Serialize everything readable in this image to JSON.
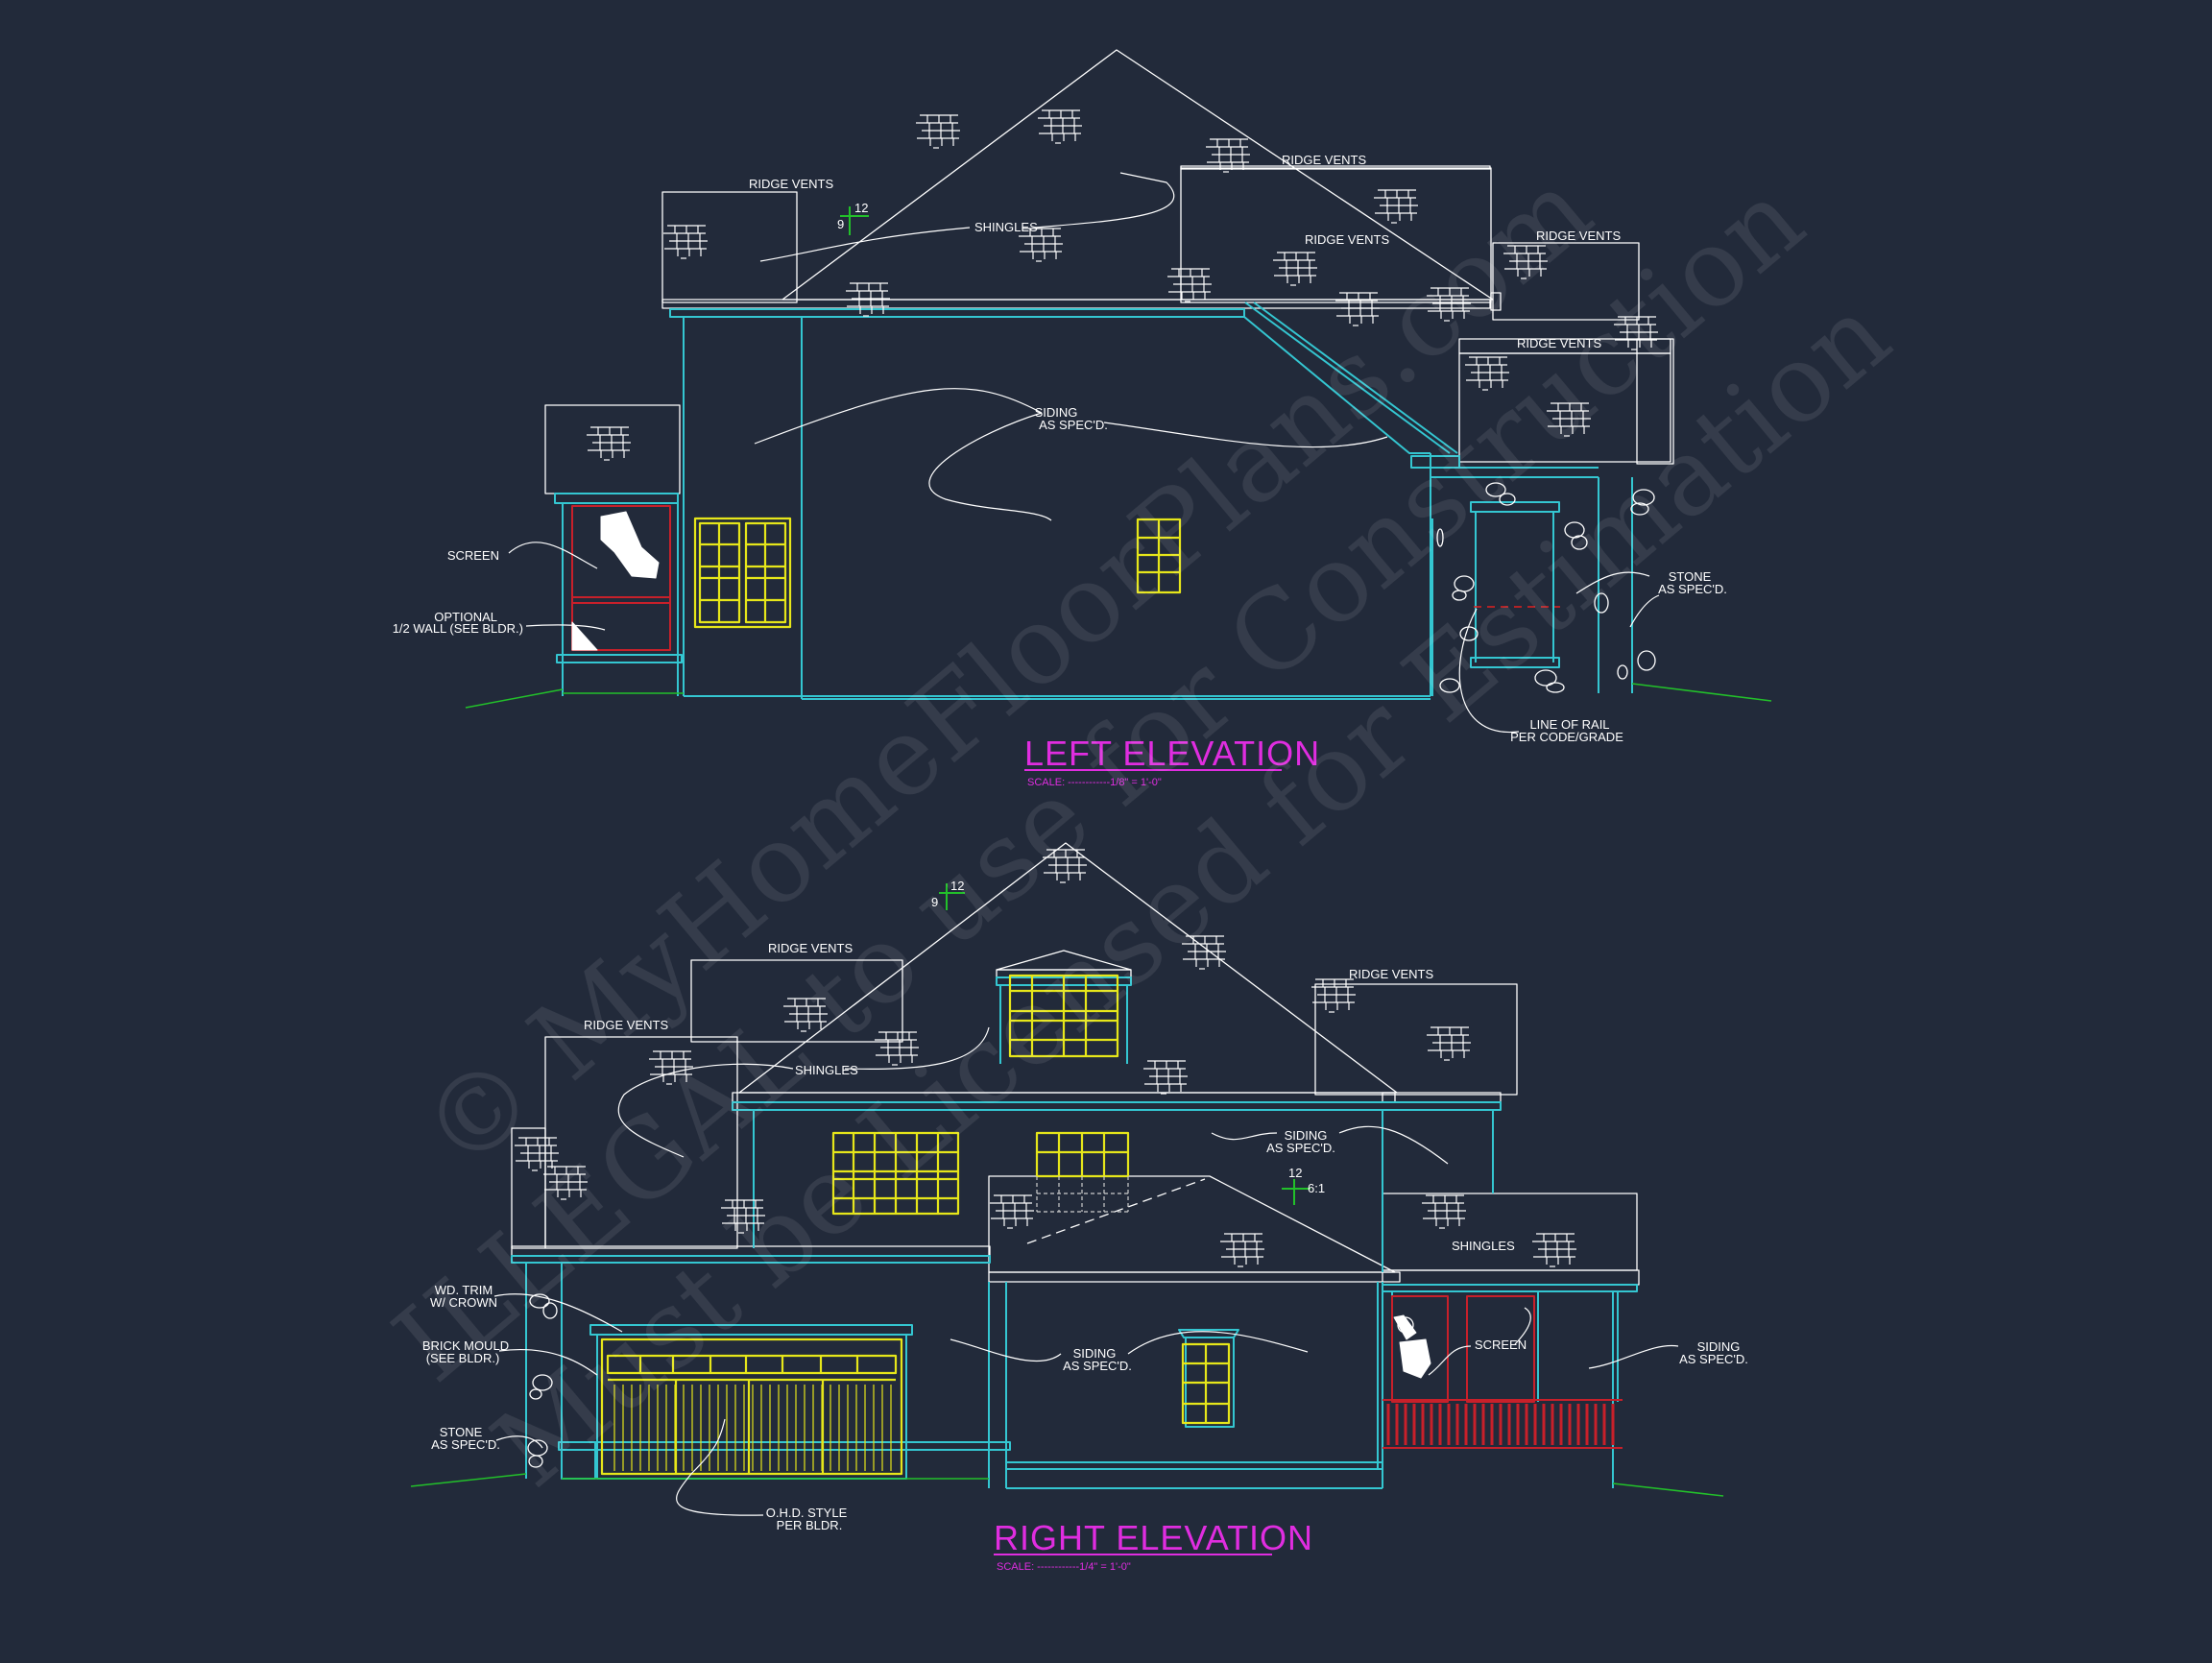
{
  "left_elevation": {
    "title": "LEFT ELEVATION",
    "scale": "SCALE: ------------1/8\" = 1'-0\"",
    "pitch_rise": "9",
    "pitch_run": "12",
    "labels": {
      "ridge_vents_1": "RIDGE VENTS",
      "ridge_vents_2": "RIDGE VENTS",
      "ridge_vents_3": "RIDGE VENTS",
      "ridge_vents_4": "RIDGE VENTS",
      "ridge_vents_5": "RIDGE VENTS",
      "shingles": "SHINGLES",
      "siding_1": "SIDING",
      "siding_2": "AS SPEC'D.",
      "screen": "SCREEN",
      "optional_1": "OPTIONAL",
      "optional_2": "1/2 WALL (SEE BLDR.)",
      "stone_1": "STONE",
      "stone_2": "AS SPEC'D.",
      "rail_1": "LINE OF RAIL",
      "rail_2": "PER CODE/GRADE"
    }
  },
  "right_elevation": {
    "title": "RIGHT ELEVATION",
    "scale": "SCALE: ------------1/4\" = 1'-0\"",
    "pitch_rise": "9",
    "pitch_run": "12",
    "porch_pitch_rise": "6:1",
    "porch_pitch_run": "12",
    "labels": {
      "ridge_vents_1": "RIDGE VENTS",
      "ridge_vents_2": "RIDGE VENTS",
      "ridge_vents_3": "RIDGE VENTS",
      "shingles_1": "SHINGLES",
      "shingles_2": "SHINGLES",
      "siding_a1": "SIDING",
      "siding_a2": "AS SPEC'D.",
      "siding_b1": "SIDING",
      "siding_b2": "AS SPEC'D.",
      "siding_c1": "SIDING",
      "siding_c2": "AS SPEC'D.",
      "trim_1": "WD. TRIM",
      "trim_2": "W/ CROWN",
      "brick_1": "BRICK MOULD",
      "brick_2": "(SEE BLDR.)",
      "stone_1": "STONE",
      "stone_2": "AS SPEC'D.",
      "screen": "SCREEN",
      "ohd_1": "O.H.D. STYLE",
      "ohd_2": "PER BLDR."
    }
  },
  "watermark": {
    "line1": "© MyHomeFloorPlans.com",
    "line2": "ILLEGAL to use for Construction",
    "line3": "Must be Licensed for Estimation"
  },
  "colors": {
    "background": "#222a3a",
    "outline": "#ffffff",
    "wall": "#34c6d1",
    "window": "#e6e61a",
    "title": "#e02de0",
    "grade": "#22c02a",
    "porch": "#c8202a"
  }
}
